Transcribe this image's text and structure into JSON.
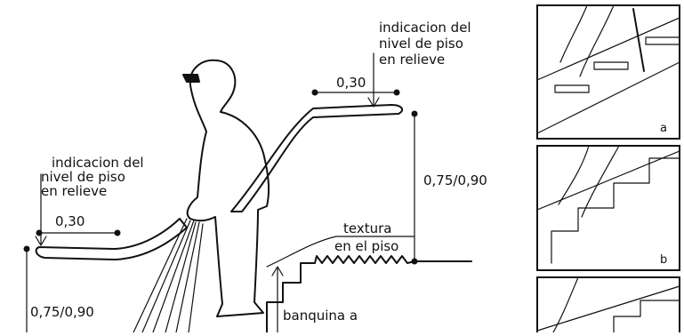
{
  "labels": {
    "top_note": [
      "indicacion del",
      "nivel de piso",
      "en relieve"
    ],
    "left_note": [
      "indicacion del",
      "nivel de piso",
      "en relieve"
    ],
    "dim_top": "0,30",
    "dim_left": "0,30",
    "height_right": "0,75/0,90",
    "height_left": "0,75/0,90",
    "texture_note": [
      "textura",
      "en el piso"
    ],
    "bottom_note": "banquina a"
  },
  "panels": {
    "a": "a",
    "b": "b"
  }
}
